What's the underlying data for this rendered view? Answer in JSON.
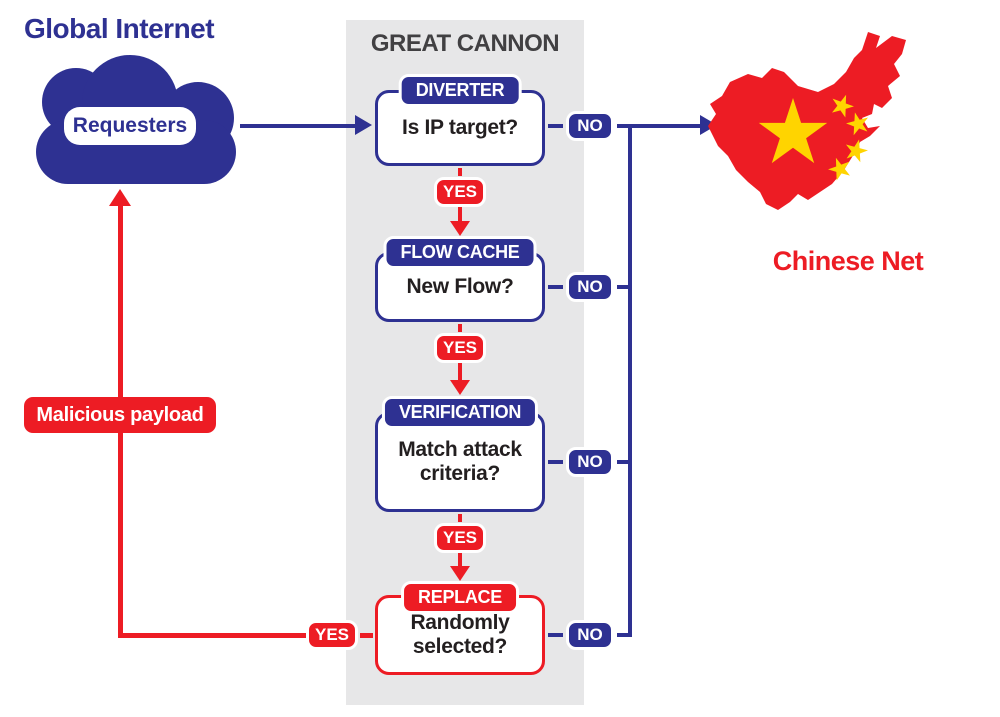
{
  "colors": {
    "blue": "#2e3192",
    "red": "#ed1c24",
    "panel_gray": "#e7e7e8",
    "title_gray": "#414042",
    "star_yellow": "#ffd400",
    "white": "#ffffff"
  },
  "global_internet": {
    "title": "Global Internet",
    "cloud_label": "Requesters"
  },
  "great_cannon": {
    "title": "GREAT CANNON",
    "yes_label": "YES",
    "no_label": "NO",
    "nodes": [
      {
        "header": "DIVERTER",
        "question": "Is IP target?"
      },
      {
        "header": "FLOW CACHE",
        "question": "New Flow?"
      },
      {
        "header": "VERIFICATION",
        "question": "Match attack criteria?"
      },
      {
        "header": "REPLACE",
        "question": "Randomly selected?"
      }
    ]
  },
  "chinese_net": {
    "label": "Chinese Net"
  },
  "malicious_payload": {
    "label": "Malicious payload"
  }
}
